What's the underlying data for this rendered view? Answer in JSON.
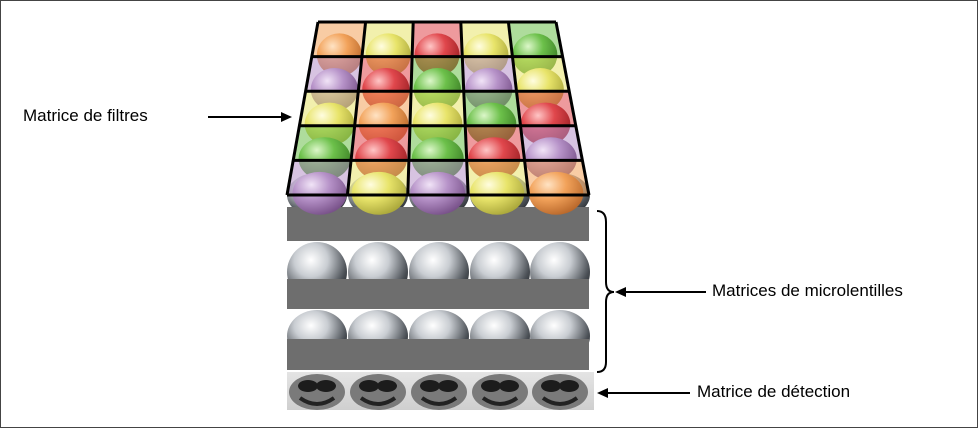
{
  "labels": {
    "filters": "Matrice de filtres",
    "microlenses": "Matrices de microlentilles",
    "detection": "Matrice de détection"
  },
  "filter_grid": [
    [
      "orange",
      "yellow",
      "red",
      "yellow",
      "green"
    ],
    [
      "purple",
      "red",
      "green",
      "purple",
      "yellow"
    ],
    [
      "yellow",
      "orange",
      "yellow",
      "green",
      "red"
    ],
    [
      "green",
      "red",
      "green",
      "red",
      "purple"
    ],
    [
      "purple",
      "yellow",
      "purple",
      "yellow",
      "orange"
    ]
  ],
  "colors": {
    "orange": "#f2a25a",
    "yellow": "#e8e46a",
    "red": "#e0474c",
    "green": "#6cc04a",
    "purple": "#b692c8",
    "plate": "#6e6e6e",
    "grid_line": "#000000"
  }
}
